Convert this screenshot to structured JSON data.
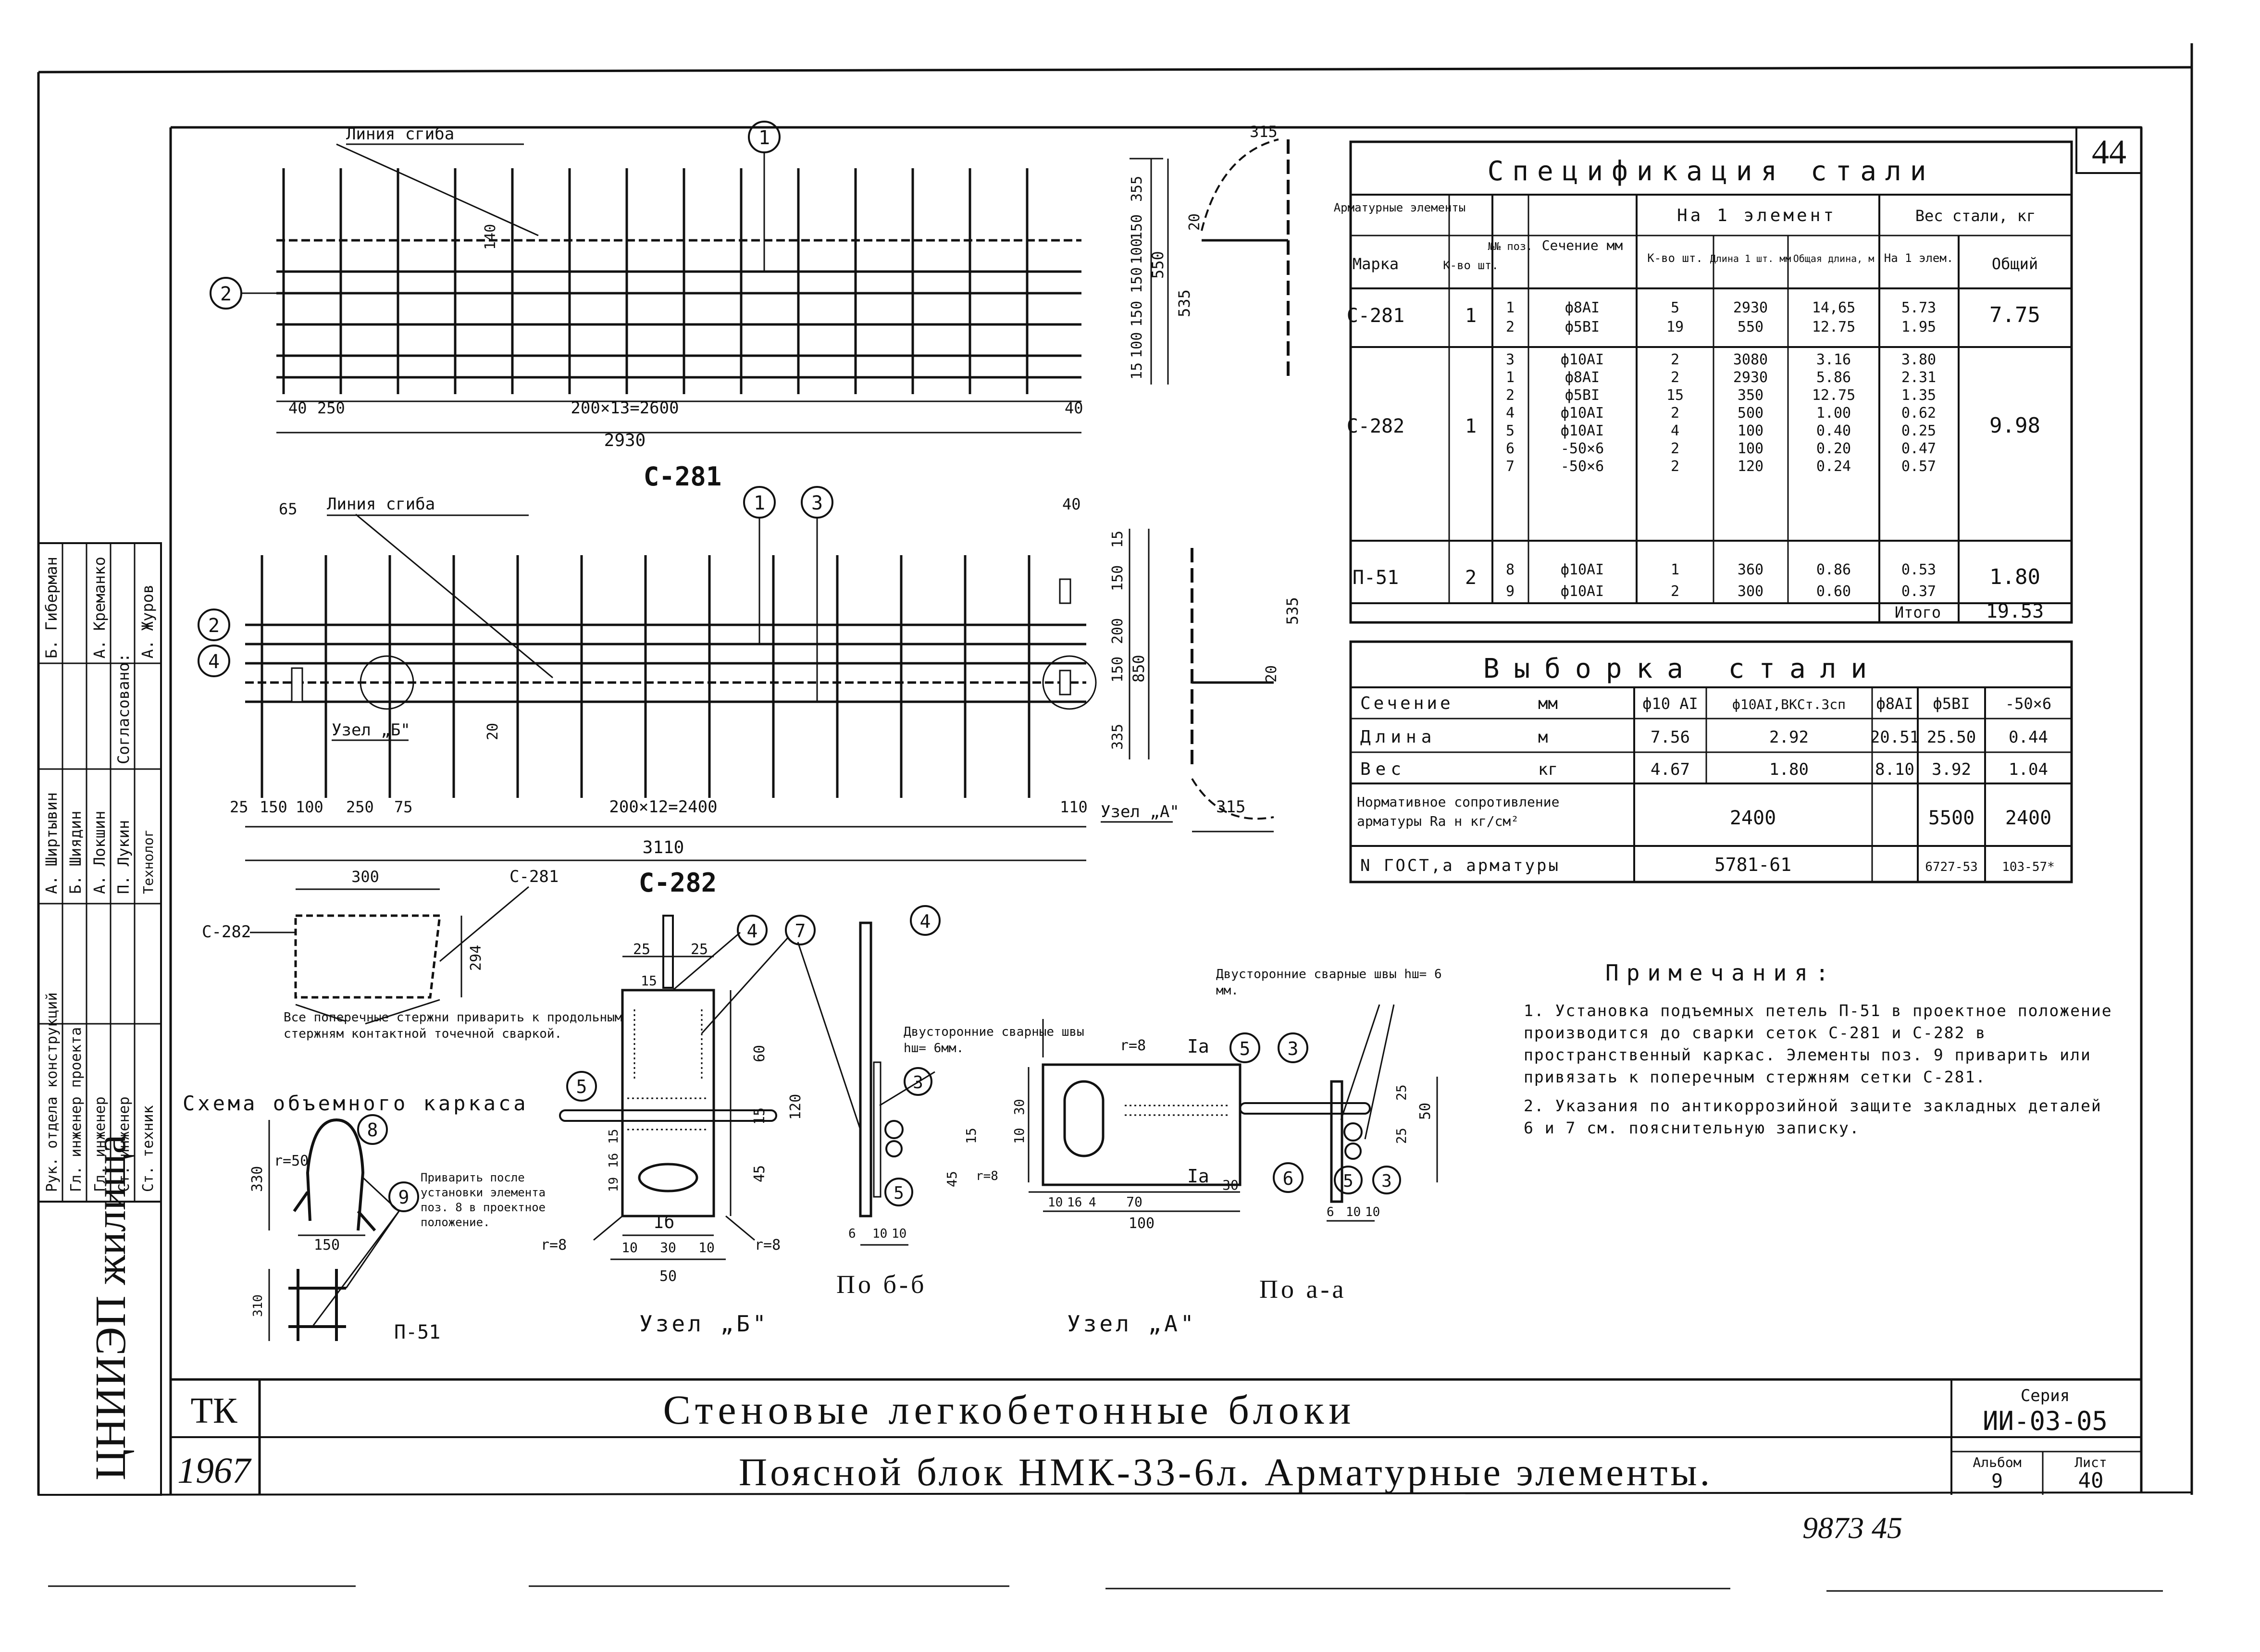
{
  "sheet": {
    "corner_number": "44",
    "page_stamp": "9873 45"
  },
  "title_block": {
    "tk": "ТК",
    "year": "1967",
    "title_line1": "Стеновые легкобетонные блоки",
    "title_line2": "Поясной блок НМК-33-6л. Арматурные элементы.",
    "series_label": "Серия",
    "series_value": "ИИ-03-05",
    "album_label": "Альбом",
    "album_value": "9",
    "sheet_label": "Лист",
    "sheet_value": "40",
    "organization": "ЦНИИЭП жилища"
  },
  "side_stamp": {
    "roles": [
      "Рук. отдела конструкций",
      "Гл. инженер проекта",
      "Гл. инженер",
      "Ст. инженер",
      "Ст. техник",
      "Согласовано:",
      "Технолог"
    ],
    "names": [
      "А. Ширтывин",
      "Б. Шиядин",
      "А. Локшин",
      "П. Лукин",
      "Б. Гиберман",
      "А. Креманко",
      "А. Журов"
    ]
  },
  "spec_table": {
    "title": "Спецификация стали",
    "headers": {
      "elements": "Арматурные элементы",
      "mark": "Марка",
      "count": "К-во шт.",
      "pos": "№№ поз.",
      "section": "Сечение мм",
      "per_element": "На 1 элемент",
      "qty": "К-во шт.",
      "length": "Длина 1 шт. мм",
      "total_length": "Общая длина, м",
      "weight": "Вес стали, кг",
      "per_elem": "На 1 элем.",
      "total": "Общий"
    },
    "rows": [
      {
        "mark": "С-281",
        "count": "1",
        "pos": "1",
        "section": "ф8АI",
        "qty": "5",
        "len": "2930",
        "tlen": "14,65",
        "w1": "5.73",
        "total": "7.75"
      },
      {
        "mark": "",
        "count": "",
        "pos": "2",
        "section": "ф5ВI",
        "qty": "19",
        "len": "550",
        "tlen": "12.75",
        "w1": "1.95",
        "total": ""
      },
      {
        "mark": "С-282",
        "count": "1",
        "pos": "3",
        "section": "ф10АI",
        "qty": "2",
        "len": "3080",
        "tlen": "3.16",
        "w1": "3.80",
        "total": "9.98"
      },
      {
        "mark": "",
        "count": "",
        "pos": "1",
        "section": "ф8АI",
        "qty": "2",
        "len": "2930",
        "tlen": "5.86",
        "w1": "2.31",
        "total": ""
      },
      {
        "mark": "",
        "count": "",
        "pos": "2",
        "section": "ф5ВI",
        "qty": "15",
        "len": "350",
        "tlen": "12.75",
        "w1": "1.35",
        "total": ""
      },
      {
        "mark": "",
        "count": "",
        "pos": "4",
        "section": "ф10АI",
        "qty": "2",
        "len": "500",
        "tlen": "1.00",
        "w1": "0.62",
        "total": ""
      },
      {
        "mark": "",
        "count": "",
        "pos": "5",
        "section": "ф10АI",
        "qty": "4",
        "len": "100",
        "tlen": "0.40",
        "w1": "0.25",
        "total": ""
      },
      {
        "mark": "",
        "count": "",
        "pos": "6",
        "section": "-50×6",
        "qty": "2",
        "len": "100",
        "tlen": "0.20",
        "w1": "0.47",
        "total": ""
      },
      {
        "mark": "",
        "count": "",
        "pos": "7",
        "section": "-50×6",
        "qty": "2",
        "len": "120",
        "tlen": "0.24",
        "w1": "0.57",
        "total": ""
      },
      {
        "mark": "П-51",
        "count": "2",
        "pos": "8",
        "section": "ф10АI",
        "qty": "1",
        "len": "360",
        "tlen": "0.86",
        "w1": "0.53",
        "total": "1.80"
      },
      {
        "mark": "",
        "count": "",
        "pos": "9",
        "section": "ф10АI",
        "qty": "2",
        "len": "300",
        "tlen": "0.60",
        "w1": "0.37",
        "total": ""
      }
    ],
    "total_label": "Итого",
    "total_value": "19.53"
  },
  "selection_table": {
    "title": "Выборка стали",
    "col_headers": [
      "ф10 АI",
      "ф10АI,ВКСт.3сп",
      "ф8АI",
      "ф5ВI",
      "-50×6"
    ],
    "row_section": "Сечение",
    "row_section_unit": "мм",
    "row_length": "Длина",
    "row_length_unit": "м",
    "lengths": [
      "7.56",
      "2.92",
      "20.51",
      "25.50",
      "0.44"
    ],
    "row_weight": "Вес",
    "row_weight_unit": "кг",
    "weights": [
      "4.67",
      "1.80",
      "8.10",
      "3.92",
      "1.04"
    ],
    "row_resist": "Нормативное сопротивление арматуры Rа н кг/см²",
    "resist_a": "2400",
    "resist_b": "5500",
    "resist_c": "2400",
    "row_gost": "N ГОСТ,а арматуры",
    "gost_a": "5781-61",
    "gost_b": "6727-53",
    "gost_c": "103-57*"
  },
  "drawing_c281": {
    "title": "С-281",
    "bend_line": "Линия сгиба",
    "dims": {
      "left_edge": "40",
      "left_step": "250",
      "span": "200×13=2600",
      "right_edge": "40",
      "total": "2930",
      "h1": "150",
      "h2": "100",
      "h3": "150",
      "h4": "150",
      "h5": "100",
      "h6": "15",
      "height": "550",
      "top": "355",
      "right_height": "535",
      "hook_top": "315",
      "hook_gap": "20",
      "bend_off": "140"
    },
    "callouts": [
      "1",
      "2"
    ]
  },
  "drawing_c282": {
    "title": "С-282",
    "bend_line": "Линия сгиба",
    "dims": {
      "left_margin": "65",
      "top_right": "40",
      "d25": "25",
      "d150": "150",
      "d100": "100",
      "d250": "250",
      "d75": "75",
      "span": "200×12=2400",
      "right": "110",
      "total": "3110",
      "v1": "15",
      "v2": "150",
      "v3": "200",
      "v4": "150",
      "height": "850",
      "v6": "335",
      "off20": "20",
      "rh": "535",
      "rgap": "20",
      "rbase": "315"
    },
    "node_b": "Узел „Б\"",
    "node_a": "Узел „А\"",
    "callouts": [
      "1",
      "2",
      "3",
      "4"
    ]
  },
  "section_view": {
    "dim_top": "300",
    "label_c281": "С-281",
    "label_c282": "С-282",
    "dim_side": "294",
    "note": "Все поперечные стержни приварить к продольным стержням контактной точечной сваркой."
  },
  "frame_scheme": {
    "title": "Схема объемного каркаса",
    "weld_note": "Приварить после установки элемента поз. 8 в проектное положение.",
    "r_label": "r=50",
    "dim_330": "330",
    "dim_150": "150",
    "dim_310": "310",
    "mark": "П-51",
    "callouts": [
      "8",
      "9"
    ]
  },
  "node_b": {
    "title": "Узел „Б\"",
    "dims": {
      "d25a": "25",
      "d25b": "25",
      "d15": "15",
      "d60": "60",
      "d15b": "15",
      "d45": "45",
      "d120": "120",
      "d15c": "15",
      "d16": "16",
      "d19": "19",
      "d10a": "10",
      "d30": "30",
      "d10b": "10",
      "d50": "50"
    },
    "r_label": "r=8",
    "section_mark": "Iб",
    "callouts": [
      "4",
      "5",
      "7"
    ]
  },
  "section_bb": {
    "title": "По б-б",
    "weld_note": "Двусторонние сварные швы hш= 6мм.",
    "dims": {
      "d6": "6",
      "d10a": "10",
      "d10b": "10"
    },
    "callouts": [
      "3",
      "4",
      "5",
      "7"
    ]
  },
  "node_a": {
    "title": "Узел „А\"",
    "weld_note": "Двусторонние сварные швы hш= 6 мм.",
    "r_label": "r=8",
    "dims": {
      "d30": "30",
      "d10": "10",
      "d45": "45",
      "d15": "15",
      "d10b": "10",
      "d16": "16",
      "d4": "4",
      "d70": "70",
      "d30b": "30",
      "d100": "100",
      "d6": "6",
      "d10c": "10",
      "d10d": "10",
      "d25": "25",
      "d25b": "25",
      "d50": "50"
    },
    "section_mark": "Iа",
    "callouts": [
      "3",
      "5",
      "6"
    ]
  },
  "section_aa": {
    "title": "По а-а"
  },
  "notes": {
    "title": "Примечания:",
    "items": [
      "1. Установка подъемных петель П-51 в проектное положение производится до сварки сеток С-281 и С-282 в пространственный каркас. Элементы поз. 9 приварить или привязать к поперечным стержням сетки С-281.",
      "2. Указания по антикоррозийной защите закладных деталей 6 и 7 см. пояснительную записку."
    ]
  }
}
